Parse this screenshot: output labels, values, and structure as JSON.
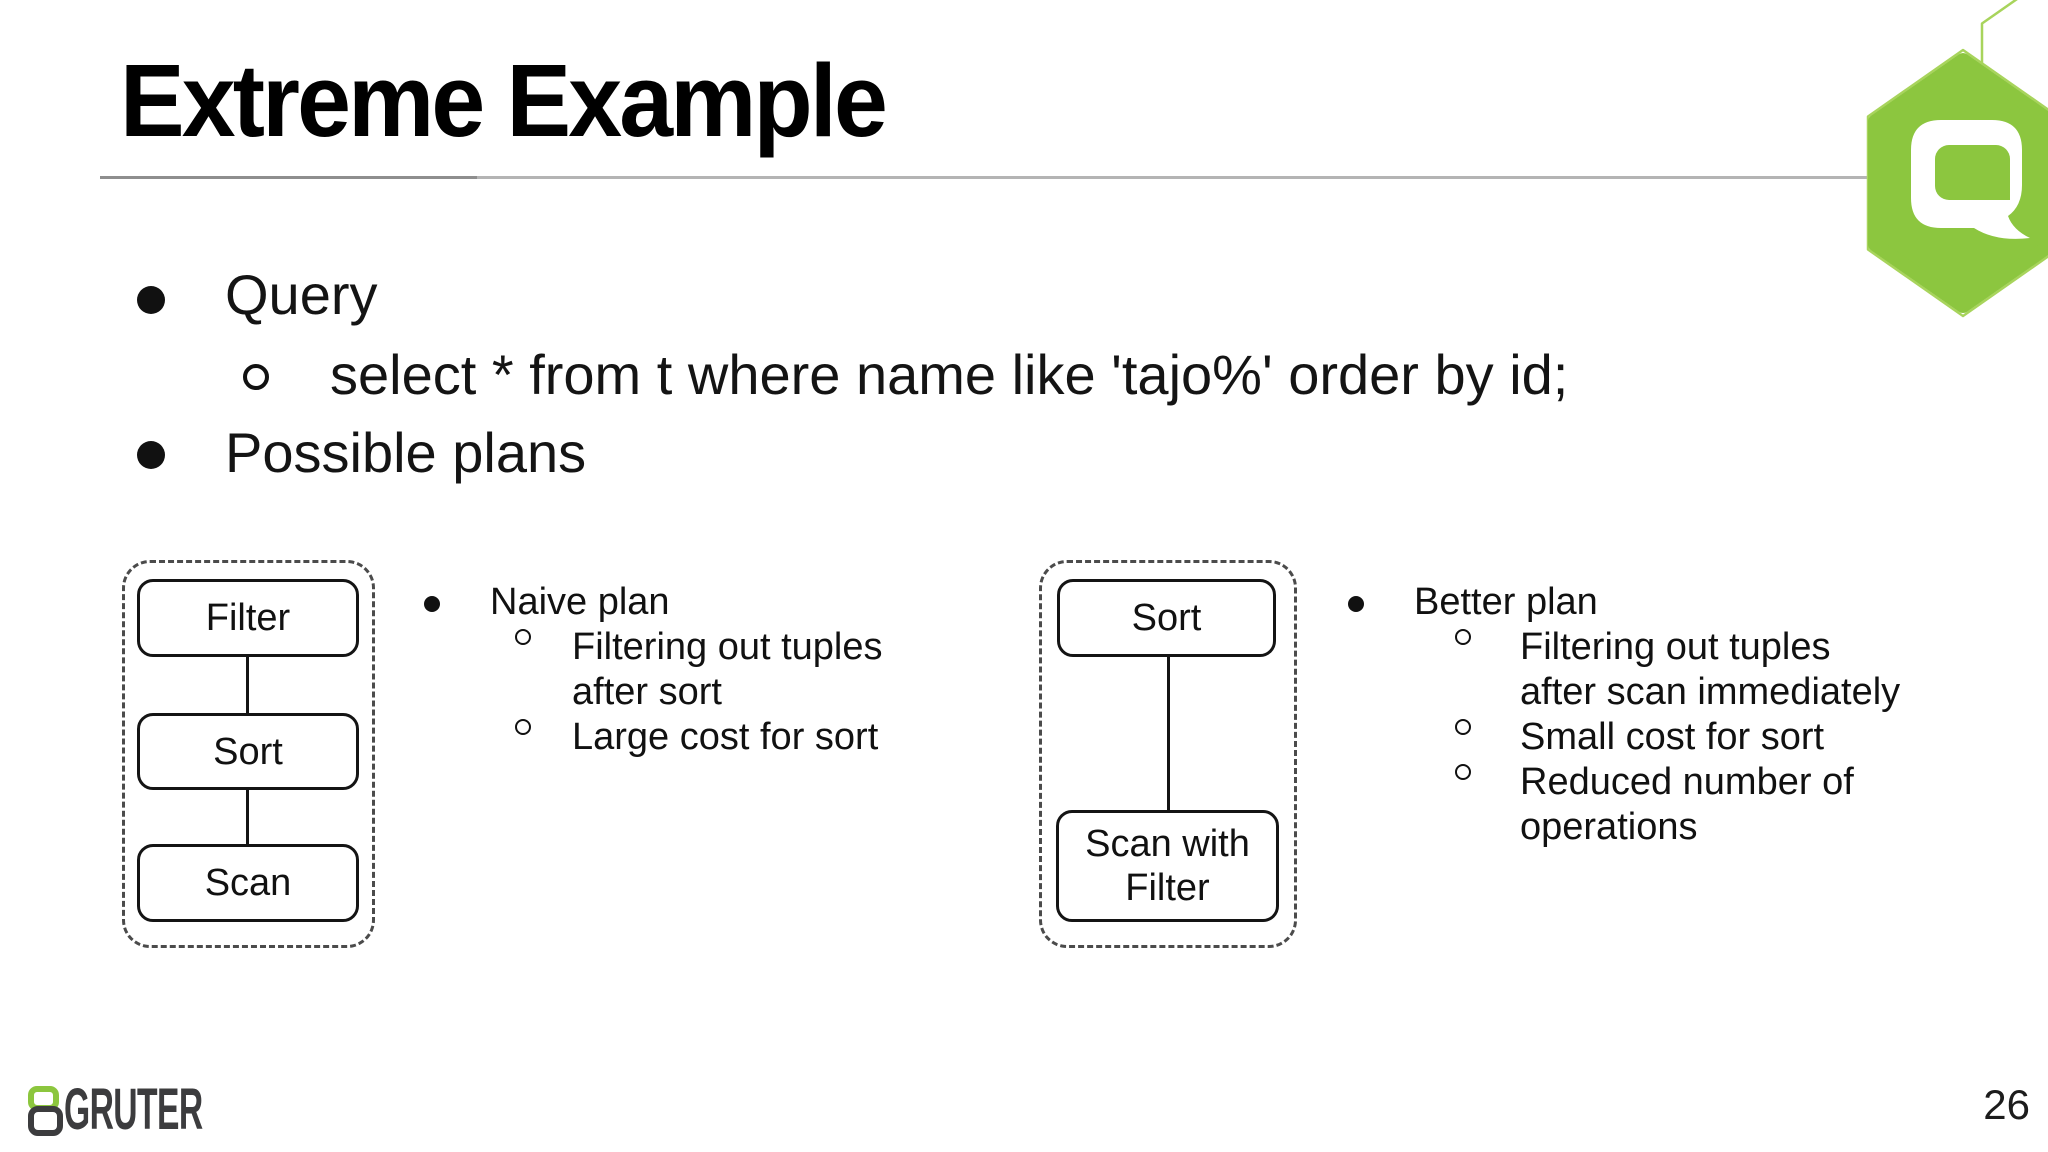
{
  "slide": {
    "title": "Extreme Example",
    "page_number": "26"
  },
  "bullets": {
    "query_label": "Query",
    "query_sql": "select * from t where name like 'tajo%' order by id;",
    "plans_label": "Possible plans"
  },
  "plans": {
    "naive": {
      "diagram_nodes": [
        "Filter",
        "Sort",
        "Scan"
      ],
      "title": "Naive plan",
      "items": [
        {
          "lines": [
            "Filtering out tuples",
            "after sort"
          ]
        },
        {
          "lines": [
            "Large cost for sort"
          ]
        }
      ]
    },
    "better": {
      "diagram_nodes": [
        "Sort",
        "Scan with Filter"
      ],
      "title": "Better plan",
      "items": [
        {
          "lines": [
            "Filtering out tuples",
            "after scan immediately"
          ]
        },
        {
          "lines": [
            "Small cost for sort"
          ]
        },
        {
          "lines": [
            "Reduced number of",
            "operations"
          ]
        }
      ]
    }
  },
  "footer": {
    "brand": "GRUTER"
  },
  "colors": {
    "accent_green": "#8cc63f",
    "brand_dark": "#3c3c3e",
    "rule_gray_left": "#8e8e8e",
    "rule_gray_right": "#b4b4b4",
    "text": "#111111"
  }
}
